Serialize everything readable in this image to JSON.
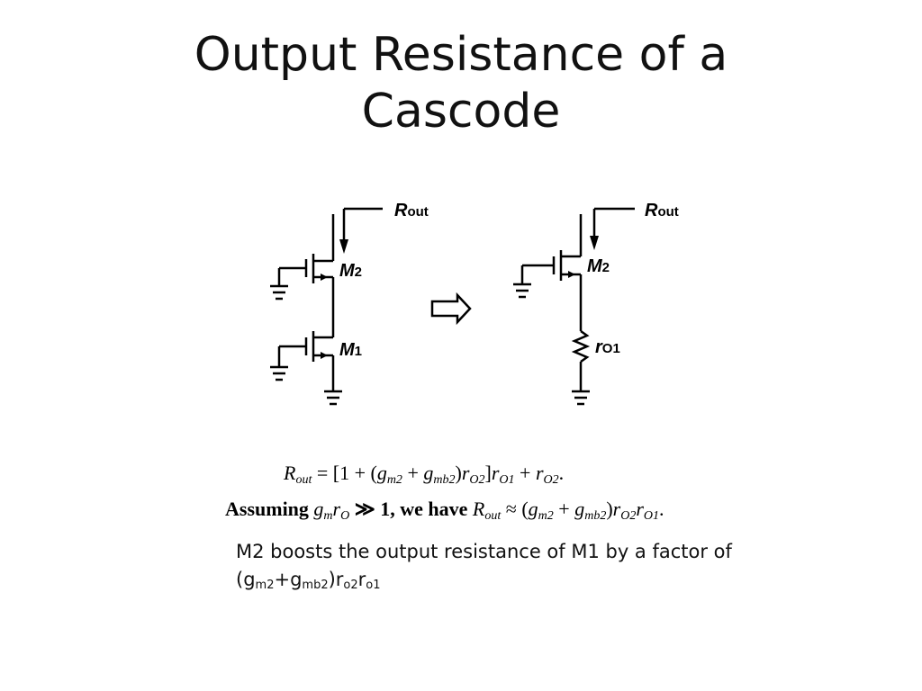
{
  "slide": {
    "title_line1": "Output Resistance of a",
    "title_line2": "Cascode"
  },
  "circuit_left": {
    "rout_label": "R",
    "rout_sub": "out",
    "m2_label": "M",
    "m2_sub": "2",
    "m1_label": "M",
    "m1_sub": "1"
  },
  "circuit_right": {
    "rout_label": "R",
    "rout_sub": "out",
    "m2_label": "M",
    "m2_sub": "2",
    "ro1_label": "r",
    "ro1_sub": "O1"
  },
  "equations": {
    "eq1_lhs": "R",
    "eq1_lhs_sub": "out",
    "eq1_mid": " = [1 + (",
    "eq1_g1": "g",
    "eq1_g1_sub": "m2",
    "eq1_plus": " + ",
    "eq1_g2": "g",
    "eq1_g2_sub": "mb2",
    "eq1_close": ")",
    "eq1_r1": "r",
    "eq1_r1_sub": "O2",
    "eq1_bracket": "]",
    "eq1_r2": "r",
    "eq1_r2_sub": "O1",
    "eq1_plus2": " + ",
    "eq1_r3": "r",
    "eq1_r3_sub": "O2",
    "eq1_end": ".",
    "eq2_assuming": "Assuming ",
    "eq2_g": "g",
    "eq2_g_sub": "m",
    "eq2_r": "r",
    "eq2_r_sub": "O",
    "eq2_gg": " ≫ 1, we have ",
    "eq2_rout": "R",
    "eq2_rout_sub": "out",
    "eq2_approx": " ≈ (",
    "eq2_g1": "g",
    "eq2_g1_sub": "m2",
    "eq2_plus": " + ",
    "eq2_g2": "g",
    "eq2_g2_sub": "mb2",
    "eq2_close": ")",
    "eq2_r1": "r",
    "eq2_r1_sub": "O2",
    "eq2_r2": "r",
    "eq2_r2_sub": "O1",
    "eq2_end": "."
  },
  "note": {
    "line1": "M2 boosts the output resistance of M1 by a factor of (g",
    "s1": "m2",
    "p1": "+g",
    "s2": "mb2",
    "p2": ")r",
    "s3": "o2",
    "p3": "r",
    "s4": "o1"
  }
}
